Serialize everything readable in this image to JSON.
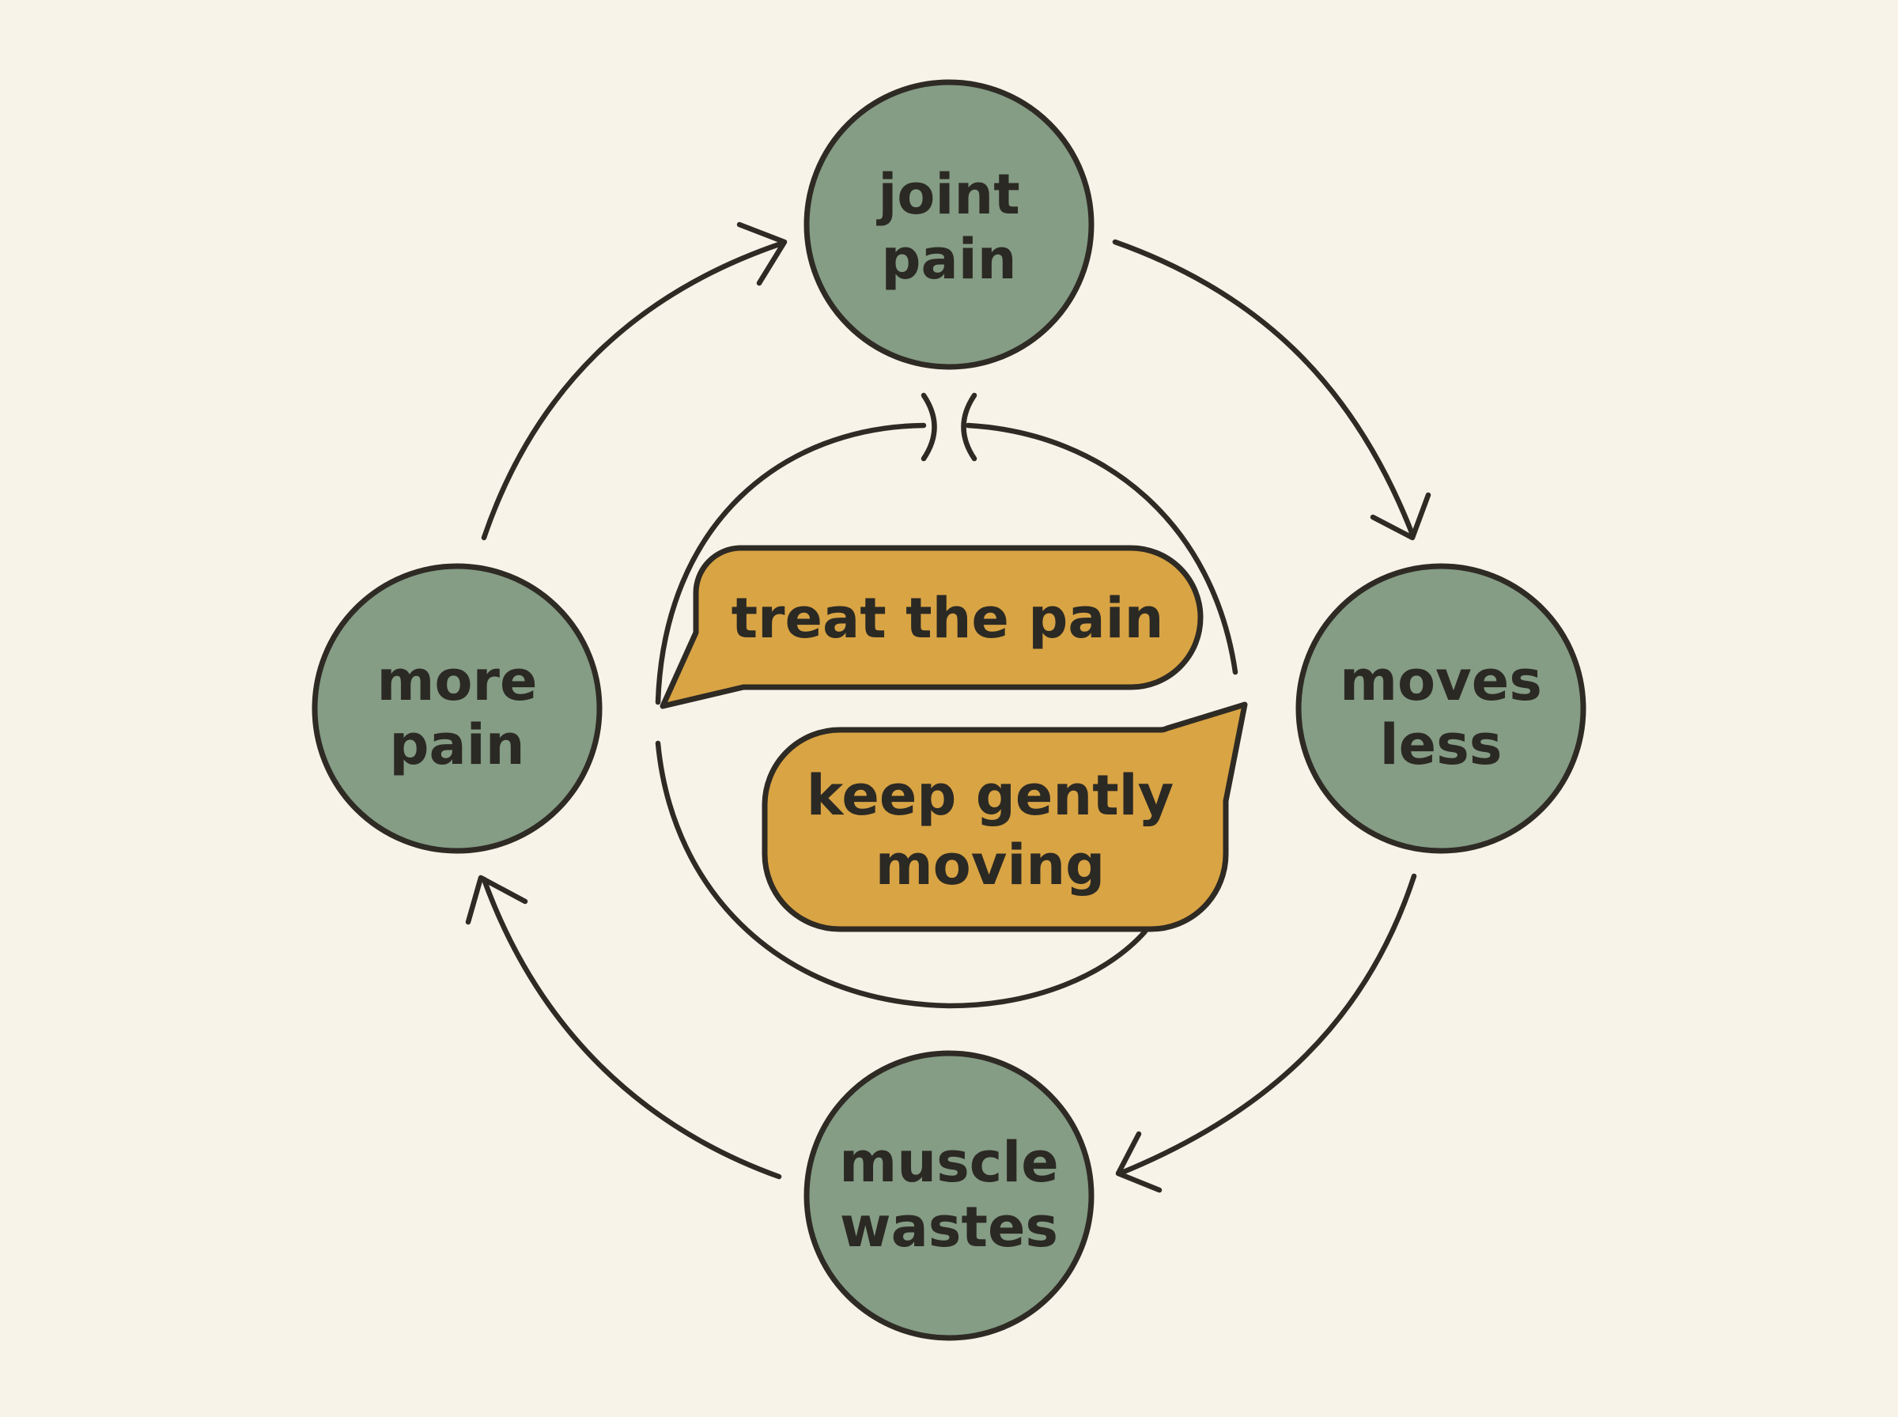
{
  "colors": {
    "background": "#f8f3e8",
    "node_fill": "#859c85",
    "bubble_fill": "#d9a444",
    "ink": "#2e2a24"
  },
  "cycle_nodes": [
    {
      "id": "joint-pain",
      "line1": "joint",
      "line2": "pain"
    },
    {
      "id": "moves-less",
      "line1": "moves",
      "line2": "less"
    },
    {
      "id": "muscle-wastes",
      "line1": "muscle",
      "line2": "wastes"
    },
    {
      "id": "more-pain",
      "line1": "more",
      "line2": "pain"
    }
  ],
  "interventions": [
    {
      "id": "treat-the-pain",
      "line1": "treat the pain"
    },
    {
      "id": "keep-gently-moving",
      "line1": "keep gently",
      "line2": "moving"
    }
  ]
}
